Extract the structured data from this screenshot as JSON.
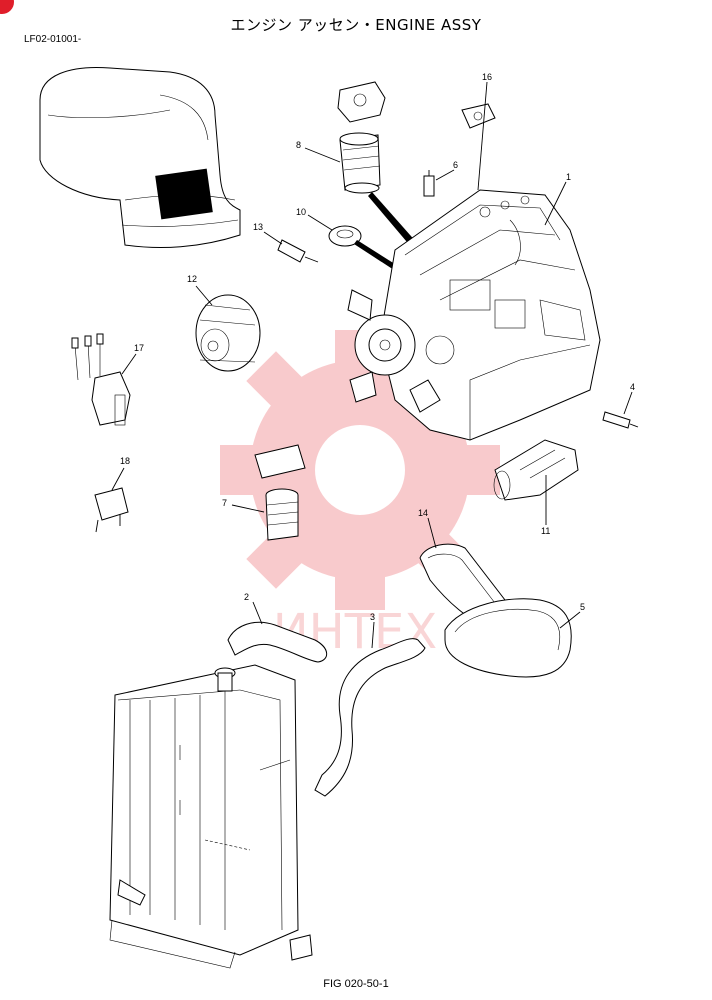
{
  "header": {
    "title": "エンジン アッセン・ENGINE ASSY",
    "model_code": "LF02-01001-"
  },
  "footer": {
    "figure_number": "FIG 020-50-1"
  },
  "watermark": {
    "text": "ИНТЕХ",
    "color": "#e8454b"
  },
  "callouts": [
    "1",
    "2",
    "3",
    "4",
    "5",
    "6",
    "7",
    "8",
    "10",
    "11",
    "12",
    "13",
    "14",
    "16",
    "17",
    "18"
  ],
  "colors": {
    "accent": "#e01e2a",
    "line": "#000000"
  }
}
